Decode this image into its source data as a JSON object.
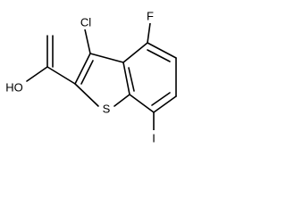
{
  "molecule": {
    "atoms": [
      {
        "id": "Cl",
        "label": "Cl"
      },
      {
        "id": "F",
        "label": "F"
      },
      {
        "id": "OH",
        "label": "HO"
      },
      {
        "id": "S",
        "label": "S"
      },
      {
        "id": "I",
        "label": "I"
      }
    ],
    "colors": {
      "bond": "#000000",
      "label": "#000000",
      "background": "#ffffff"
    }
  }
}
